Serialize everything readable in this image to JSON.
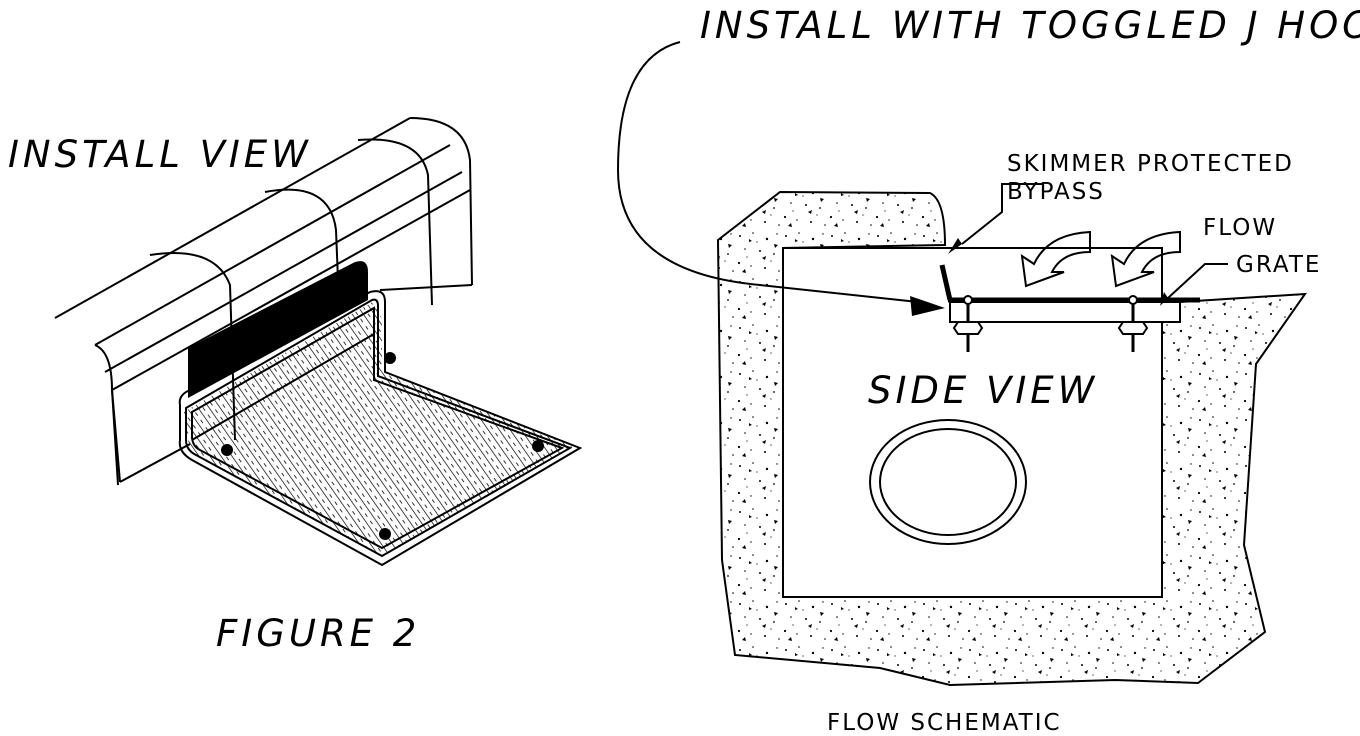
{
  "labels": {
    "install_view": "INSTALL VIEW",
    "figure": "FIGURE 2",
    "install_hooks": "INSTALL WITH TOGGLED J HOOKS",
    "skimmer_line1": "SKIMMER PROTECTED",
    "skimmer_line2": "BYPASS",
    "flow": "FLOW",
    "grate": "GRATE",
    "side_view": "SIDE VIEW",
    "flow_schematic": "FLOW SCHEMATIC"
  }
}
